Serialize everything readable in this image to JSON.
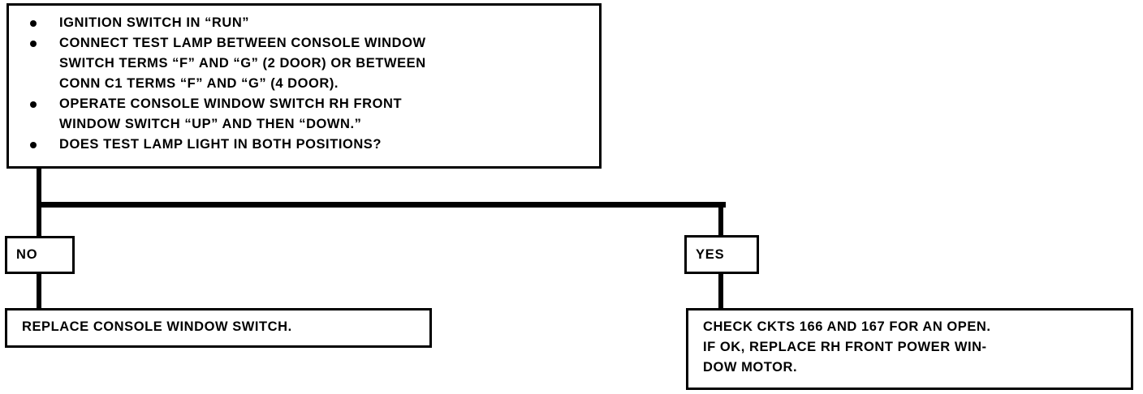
{
  "diagram": {
    "type": "troubleshooting-flowchart",
    "colors": {
      "line": "#000000",
      "background": "#ffffff",
      "text": "#000000"
    },
    "main_box": {
      "bullets": [
        {
          "lines": [
            "IGNITION SWITCH IN “RUN”"
          ]
        },
        {
          "lines": [
            "CONNECT TEST LAMP BETWEEN CONSOLE WINDOW",
            "SWITCH TERMS “F” AND “G” (2 DOOR) OR BETWEEN",
            "CONN C1 TERMS “F” AND “G” (4 DOOR)."
          ]
        },
        {
          "lines": [
            "OPERATE CONSOLE WINDOW SWITCH RH FRONT",
            "WINDOW SWITCH “UP” AND THEN “DOWN.”"
          ]
        },
        {
          "lines": [
            "DOES TEST LAMP LIGHT IN BOTH POSITIONS?"
          ]
        }
      ]
    },
    "branches": {
      "no": {
        "label": "NO",
        "result_lines": [
          "REPLACE CONSOLE WINDOW SWITCH."
        ]
      },
      "yes": {
        "label": "YES",
        "result_lines": [
          "CHECK CKTS 166 AND 167 FOR AN OPEN.",
          "IF OK, REPLACE RH FRONT POWER WIN-",
          "DOW MOTOR."
        ]
      }
    }
  }
}
